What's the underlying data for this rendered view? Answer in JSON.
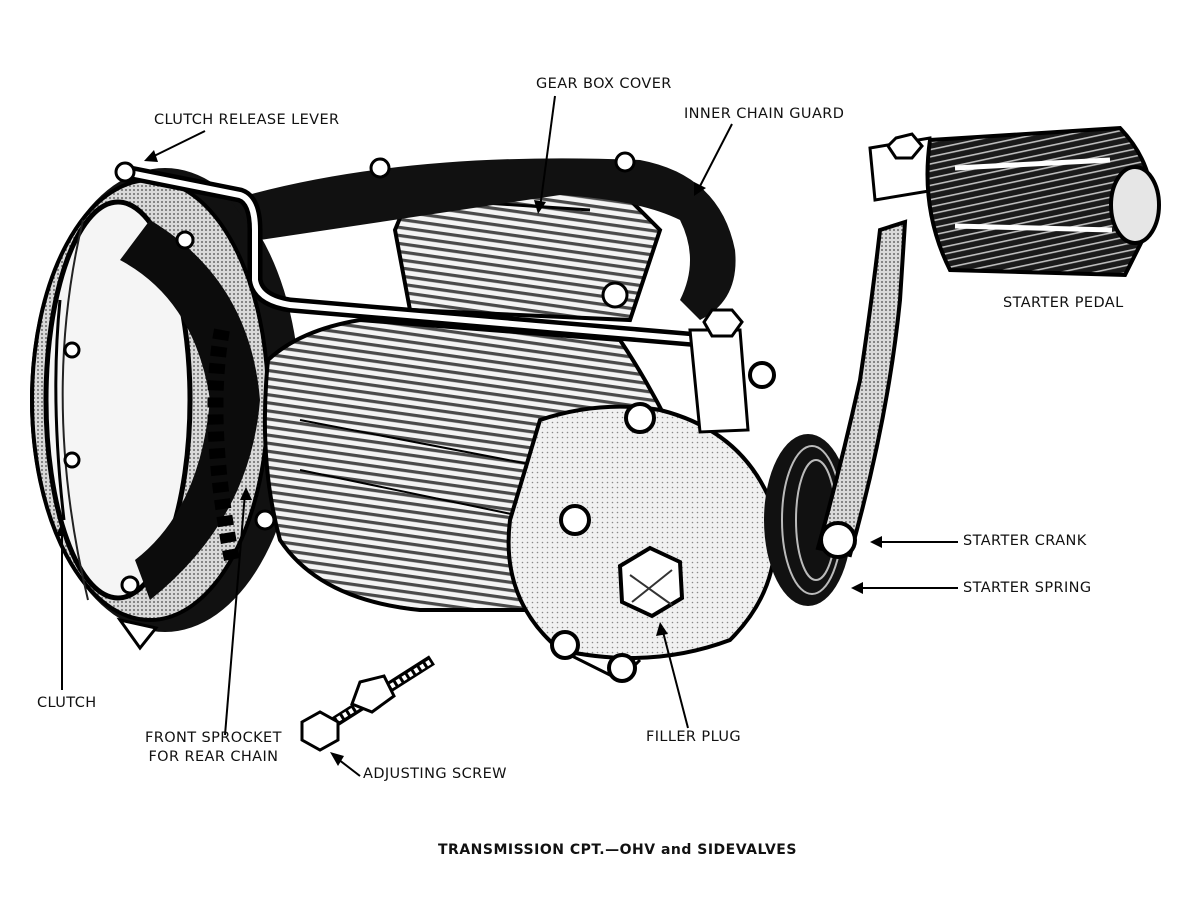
{
  "caption": "TRANSMISSION CPT.—OHV and SIDEVALVES",
  "labels": {
    "gear_box_cover": "GEAR BOX COVER",
    "clutch_release_lever": "CLUTCH RELEASE LEVER",
    "inner_chain_guard": "INNER CHAIN GUARD",
    "starter_pedal": "STARTER PEDAL",
    "starter_crank": "STARTER CRANK",
    "starter_spring": "STARTER SPRING",
    "clutch": "CLUTCH",
    "front_sprocket_line1": "FRONT SPROCKET",
    "front_sprocket_line2": "FOR REAR CHAIN",
    "filler_plug": "FILLER PLUG",
    "adjusting_screw": "ADJUSTING SCREW"
  }
}
